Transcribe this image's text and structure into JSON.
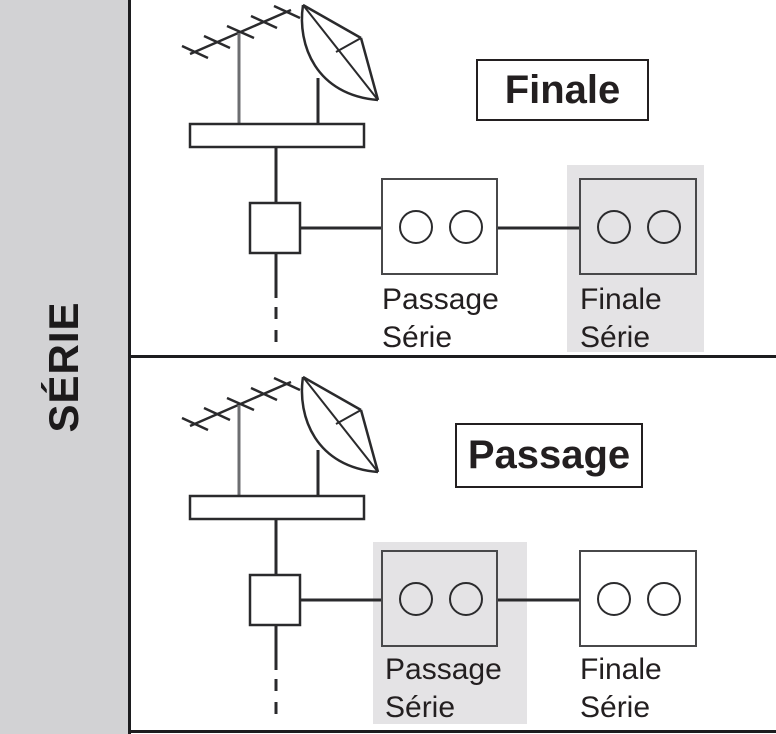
{
  "sidebar": {
    "label": "SÉRIE"
  },
  "colors": {
    "sidebar_bg": "#d2d2d4",
    "highlight_bg": "#e4e3e5",
    "line": "#231f20",
    "mast_gray": "#6d6e71"
  },
  "icons": {
    "terrestrial_antenna": "yagi-antenna-icon",
    "satellite_dish": "satellite-dish-icon"
  },
  "panels": [
    {
      "title": "Finale",
      "outlets": [
        {
          "label": "Passage\nSérie",
          "highlighted": false
        },
        {
          "label": "Finale\nSérie",
          "highlighted": true
        }
      ]
    },
    {
      "title": "Passage",
      "outlets": [
        {
          "label": "Passage\nSérie",
          "highlighted": true
        },
        {
          "label": "Finale\nSérie",
          "highlighted": false
        }
      ]
    }
  ]
}
